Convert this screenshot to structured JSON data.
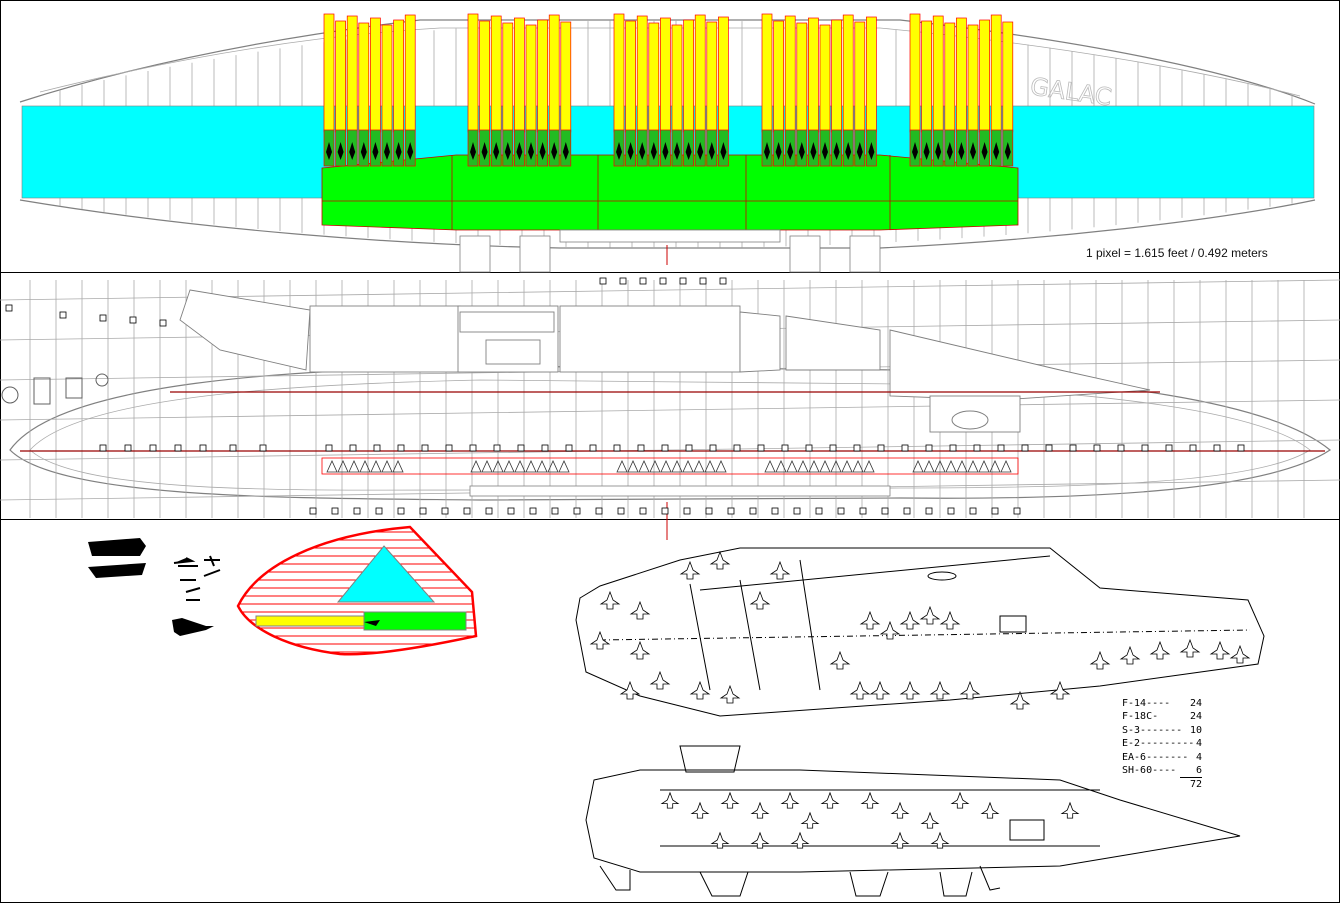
{
  "scale_note": "1 pixel = 1.615 feet / 0.492 meters",
  "colors": {
    "hangar_bay": "#00ffff",
    "flight_deck_zone": "#00ff00",
    "aircraft_bay": "#ffff00",
    "aircraft_stall": "#22bb22",
    "section_outline": "#ff0000",
    "centerline": "#990000",
    "structure": "#808080",
    "sketch_ink": "#000000"
  },
  "air_wing": {
    "rows": [
      {
        "type": "F-14",
        "dashes": "----",
        "count": "24"
      },
      {
        "type": "F-18C",
        "dashes": "-",
        "count": "24"
      },
      {
        "type": "S-3",
        "dashes": "-------",
        "count": "10"
      },
      {
        "type": "E-2",
        "dashes": "---------",
        "count": "4"
      },
      {
        "type": "EA-6",
        "dashes": "-------",
        "count": "4"
      },
      {
        "type": "SH-60",
        "dashes": "----",
        "count": "6"
      }
    ],
    "total": "72"
  },
  "icons": {
    "hull_silhouette_top": "hull-silhouette-icon",
    "hull_silhouette_side": "hull-silhouette-icon",
    "jet": "jet-icon",
    "shuttle": "shuttle-icon"
  }
}
